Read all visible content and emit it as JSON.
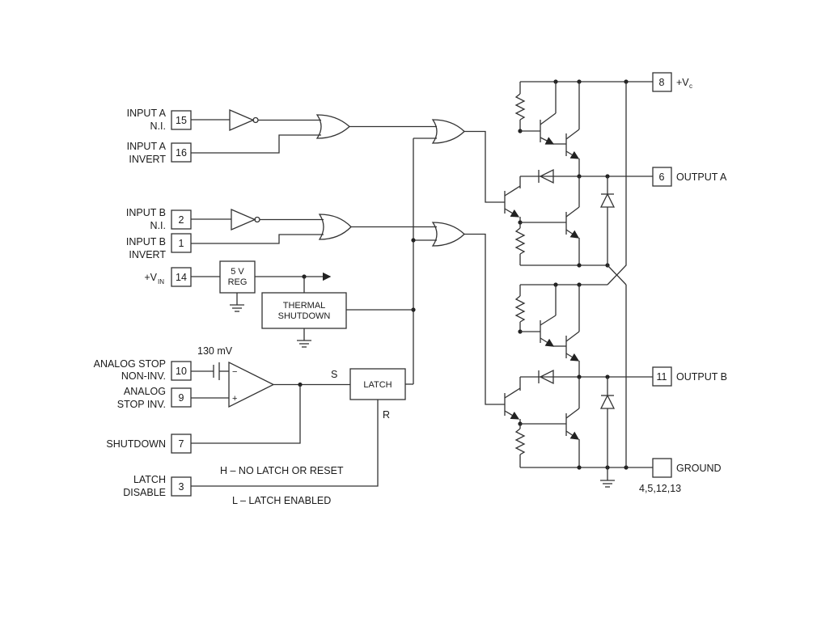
{
  "pins": {
    "in_a_ni": {
      "num": "15",
      "label1": "INPUT A",
      "label2": "N.I."
    },
    "in_a_inv": {
      "num": "16",
      "label1": "INPUT A",
      "label2": "INVERT"
    },
    "in_b_ni": {
      "num": "2",
      "label1": "INPUT B",
      "label2": "N.I."
    },
    "in_b_inv": {
      "num": "1",
      "label1": "INPUT B",
      "label2": "INVERT"
    },
    "vin": {
      "num": "14",
      "label": "+V",
      "sub": "IN"
    },
    "astop_ni": {
      "num": "10",
      "label1": "ANALOG STOP",
      "label2": "NON-INV."
    },
    "astop_inv": {
      "num": "9",
      "label1": "ANALOG",
      "label2": "STOP INV."
    },
    "shutdown": {
      "num": "7",
      "label": "SHUTDOWN"
    },
    "latch_dis": {
      "num": "3",
      "label1": "LATCH",
      "label2": "DISABLE"
    },
    "vc": {
      "num": "8",
      "label": "+V",
      "sub": "c"
    },
    "out_a": {
      "num": "6",
      "label": "OUTPUT A"
    },
    "out_b": {
      "num": "11",
      "label": "OUTPUT B"
    },
    "ground": {
      "num": "",
      "label": "GROUND",
      "pins": "4,5,12,13"
    }
  },
  "blocks": {
    "reg_line1": "5 V",
    "reg_line2": "REG",
    "thermal_line1": "THERMAL",
    "thermal_line2": "SHUTDOWN",
    "latch": "LATCH",
    "latch_s": "S",
    "latch_r": "R",
    "ref_voltage": "130 mV",
    "opamp_minus": "−",
    "opamp_plus": "+"
  },
  "notes": {
    "latch_high": "H – NO LATCH OR RESET",
    "latch_low": "L – LATCH ENABLED"
  }
}
